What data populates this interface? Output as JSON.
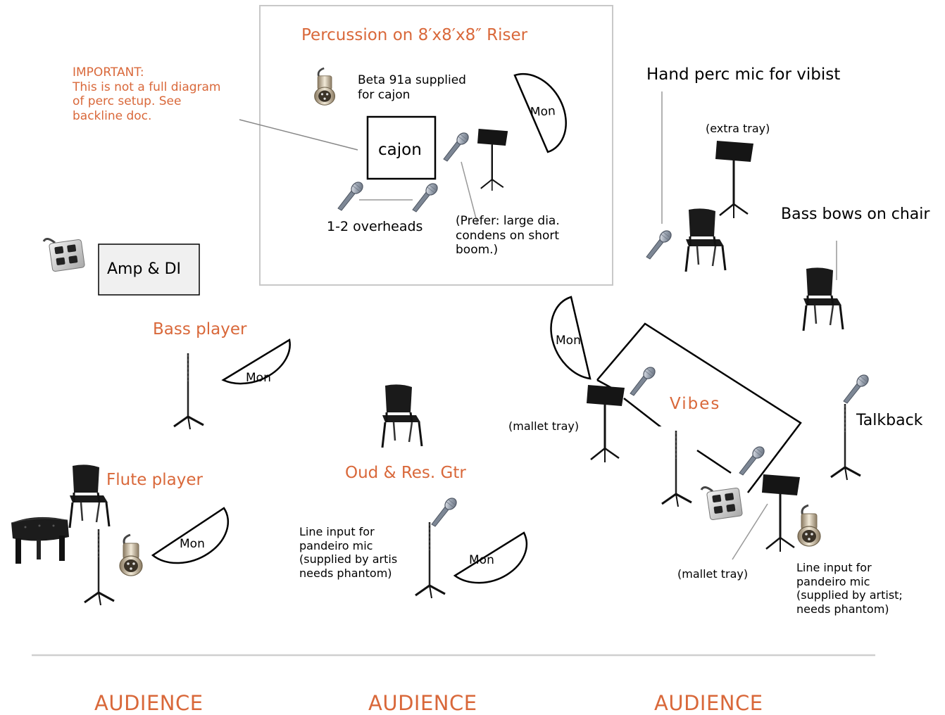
{
  "riser": {
    "title": "Percussion on 8′x8′x8″ Riser",
    "beta_note": "Beta 91a supplied\nfor cajon",
    "cajon": "cajon",
    "overheads": "1-2 overheads",
    "prefer_note": "(Prefer: large dia.\ncondens on short\nboom.)",
    "mon": "Mon"
  },
  "important_note": "IMPORTANT:\nThis is not a full diagram\nof perc setup. See\nbackline doc.",
  "amp": {
    "label": "Amp & DI"
  },
  "bass": {
    "title": "Bass player",
    "mon": "Mon"
  },
  "flute": {
    "title": "Flute player",
    "mon": "Mon"
  },
  "oud": {
    "title": "Oud & Res. Gtr",
    "note": "Line input for\npandeiro mic\n(supplied by artis\nneeds phantom)",
    "mon": "Mon"
  },
  "vibes": {
    "title": "Vibes",
    "hand_perc": "Hand perc mic for vibist",
    "extra_tray": "(extra tray)",
    "bass_bows": "Bass bows on chair",
    "mallet_tray_left": "(mallet tray)",
    "mallet_tray_bottom": "(mallet tray)",
    "talkback": "Talkback",
    "note": "Line input for\npandeiro mic\n(supplied by artist;\nneeds phantom)",
    "mon": "Mon"
  },
  "audience": [
    "AUDIENCE",
    "AUDIENCE",
    "AUDIENCE"
  ],
  "colors": {
    "accent": "#d9683a",
    "divider": "#cfcfcf",
    "box_border": "#c8c8c8"
  }
}
